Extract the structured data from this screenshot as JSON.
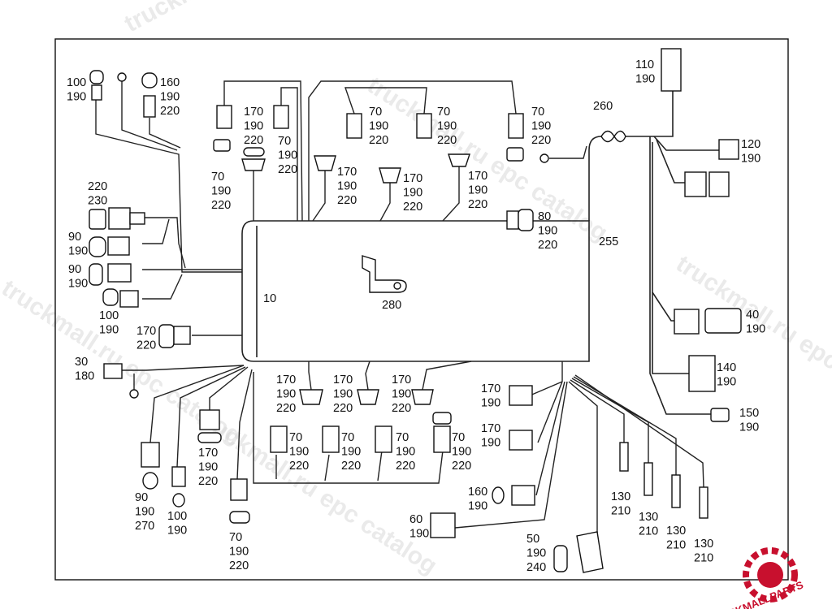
{
  "watermark": {
    "text_1": "truckmall.ru epc catalog",
    "text_2": "truckmall.ru epc catalog",
    "text_3": "truckmall.ru epc catalog",
    "text_4": "truckmall.ru epc catalog",
    "text_5": "truckmall.ru epc catalog"
  },
  "logo": {
    "text": "TRUCKMALLPARTS",
    "color": "#c8102e"
  },
  "callouts": {
    "c_100_190_tl": [
      "100",
      "190"
    ],
    "c_160_190_220": [
      "160",
      "190",
      "220"
    ],
    "c_170_190_220_a": [
      "170",
      "190",
      "220"
    ],
    "c_70_190_220_a": [
      "70",
      "190",
      "220"
    ],
    "c_70_190_220_b": [
      "70",
      "190",
      "220"
    ],
    "c_70_190_220_c": [
      "70",
      "190",
      "220"
    ],
    "c_70_190_220_d": [
      "70",
      "190",
      "220"
    ],
    "c_70_190_220_e": [
      "70",
      "190",
      "220"
    ],
    "c_110_190": [
      "110",
      "190"
    ],
    "c_260": [
      "260"
    ],
    "c_120_190": [
      "120",
      "190"
    ],
    "c_170_190_220_b": [
      "170",
      "190",
      "220"
    ],
    "c_170_190_220_c": [
      "170",
      "190",
      "220"
    ],
    "c_170_190_220_d": [
      "170",
      "190",
      "220"
    ],
    "c_80_190_220": [
      "80",
      "190",
      "220"
    ],
    "c_220_230": [
      "220",
      "230"
    ],
    "c_90_190_a": [
      "90",
      "190"
    ],
    "c_90_190_b": [
      "90",
      "190"
    ],
    "c_100_190_l": [
      "100",
      "190"
    ],
    "c_255": [
      "255"
    ],
    "c_10": [
      "10"
    ],
    "c_280": [
      "280"
    ],
    "c_40_190": [
      "40",
      "190"
    ],
    "c_170_220": [
      "170",
      "220"
    ],
    "c_30_180": [
      "30",
      "180"
    ],
    "c_140_190": [
      "140",
      "190"
    ],
    "c_150_190": [
      "150",
      "190"
    ],
    "c_170_190_220_e": [
      "170",
      "190",
      "220"
    ],
    "c_170_190_220_f": [
      "170",
      "190",
      "220"
    ],
    "c_170_190_220_g": [
      "170",
      "190",
      "220"
    ],
    "c_170_190_a": [
      "170",
      "190"
    ],
    "c_170_190_b": [
      "170",
      "190"
    ],
    "c_170_190_220_h": [
      "170",
      "190",
      "220"
    ],
    "c_70_190_220_f": [
      "70",
      "190",
      "220"
    ],
    "c_70_190_220_g": [
      "70",
      "190",
      "220"
    ],
    "c_70_190_220_h": [
      "70",
      "190",
      "220"
    ],
    "c_70_190_220_i": [
      "70",
      "190",
      "220"
    ],
    "c_90_190_270": [
      "90",
      "190",
      "270"
    ],
    "c_100_190_b": [
      "100",
      "190"
    ],
    "c_70_190_220_j": [
      "70",
      "190",
      "220"
    ],
    "c_160_190_b": [
      "160",
      "190"
    ],
    "c_60_190": [
      "60",
      "190"
    ],
    "c_50_190_240": [
      "50",
      "190",
      "240"
    ],
    "c_130_210_a": [
      "130",
      "210"
    ],
    "c_130_210_b": [
      "130",
      "210"
    ],
    "c_130_210_c": [
      "130",
      "210"
    ],
    "c_130_210_d": [
      "130",
      "210"
    ]
  }
}
